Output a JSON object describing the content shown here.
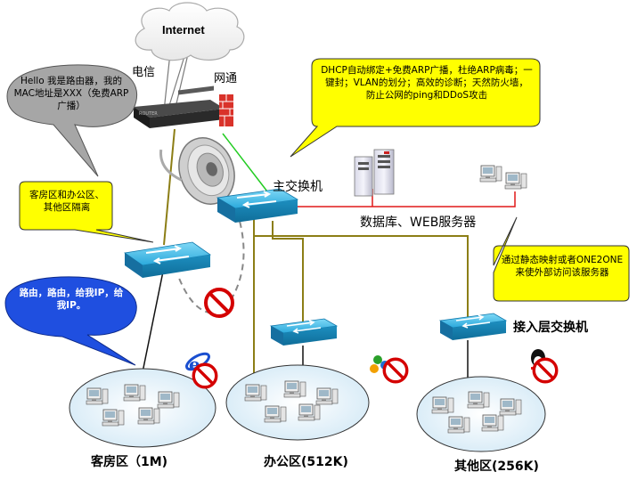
{
  "labels": {
    "internet": "Internet",
    "telecom": "电信",
    "netcom": "网通",
    "core_switch": "主交换机",
    "db_web": "数据库、WEB服务器",
    "access_switch": "接入层交换机",
    "zone_guest": "客房区（1M)",
    "zone_office": "办公区(512K)",
    "zone_other": "其他区(256K)"
  },
  "callouts": {
    "router_hello": "Hello 我是路由器，我的MAC地址是XXX（免费ARP广播）",
    "dhcp_features": "DHCP自动绑定+免费ARP广播，杜绝ARP病毒；一键封；VLAN的划分；高效的诊断；天然防火墙，防止公网的ping和DDoS攻击",
    "zone_isolation": "客房区和办公区、其他区隔离",
    "routing": "路由，路由，给我IP，给我IP。",
    "static_mapping": "通过静态映射或者ONE2ONE来使外部访问该服务器"
  },
  "colors": {
    "callout_yellow": "#ffff00",
    "callout_gray": "#a6a6a6",
    "callout_blue": "#1f4fe0",
    "switch_blue": "#33b5e5",
    "zone_fill": "#e4f1f9",
    "red_line": "#e01818",
    "green_line": "#22cc22",
    "olive_line": "#8c7e16",
    "prohibited_red": "#d40000"
  },
  "icons": [
    "cloud-icon",
    "router-icon",
    "firewall-icon",
    "satellite-dish-icon",
    "switch-icon",
    "server-icon",
    "computer-icon",
    "prohibited-icon",
    "ie-icon",
    "msn-icon",
    "qq-icon"
  ]
}
